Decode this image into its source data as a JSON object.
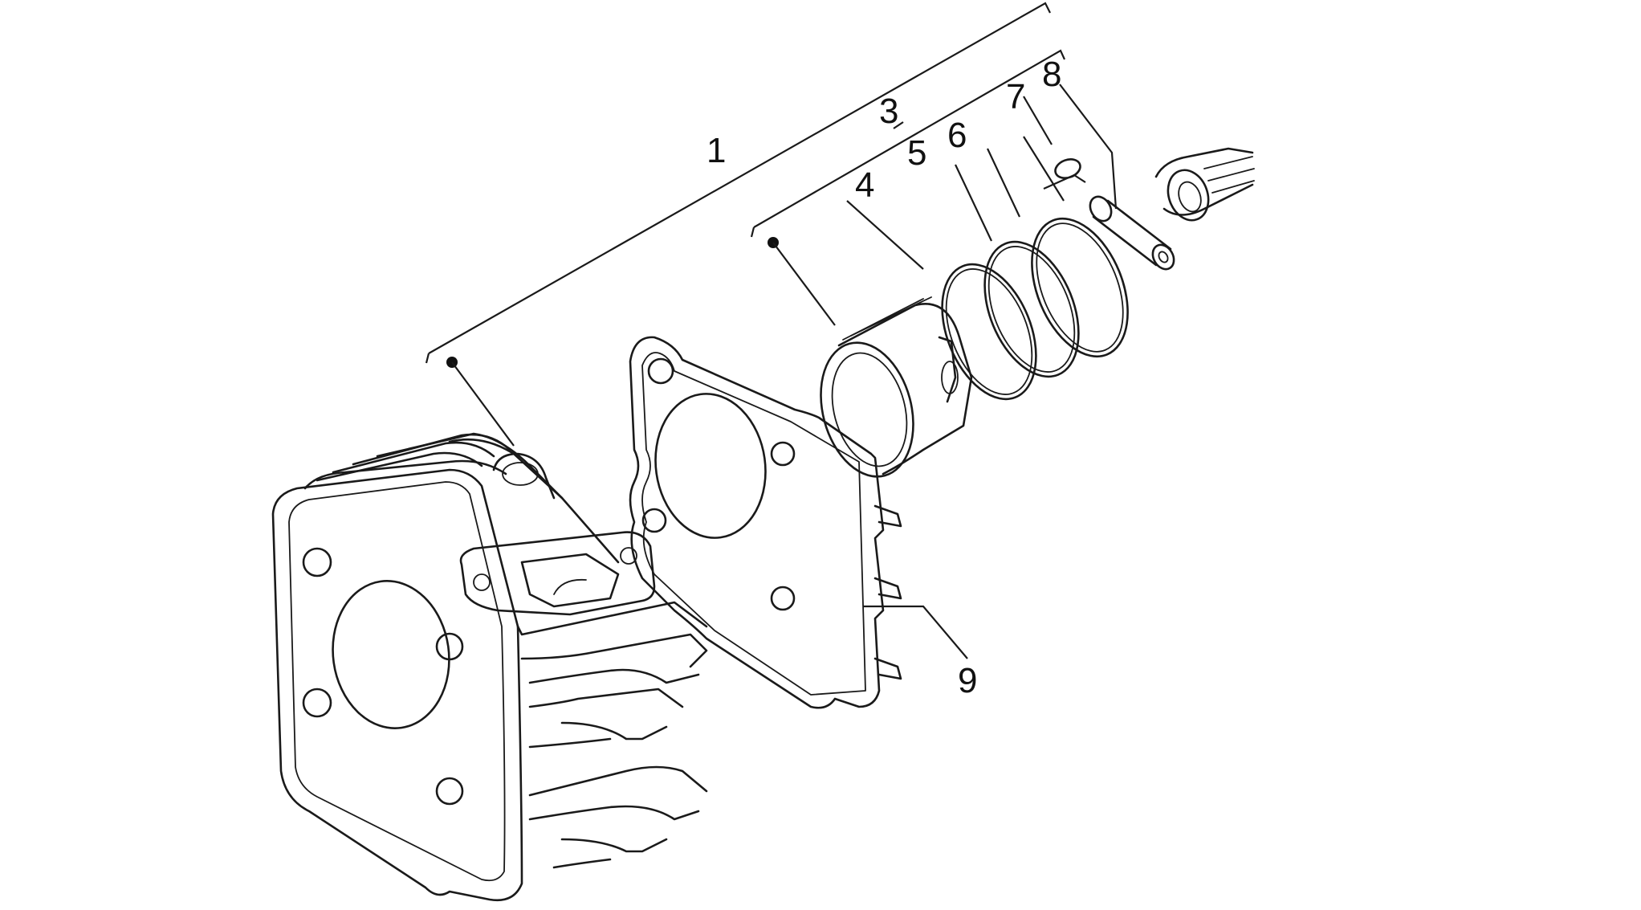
{
  "callouts": [
    {
      "id": "1",
      "label": "1"
    },
    {
      "id": "3",
      "label": "3"
    },
    {
      "id": "4",
      "label": "4"
    },
    {
      "id": "5",
      "label": "5"
    },
    {
      "id": "6",
      "label": "6"
    },
    {
      "id": "7",
      "label": "7"
    },
    {
      "id": "8",
      "label": "8"
    },
    {
      "id": "9",
      "label": "9"
    }
  ]
}
